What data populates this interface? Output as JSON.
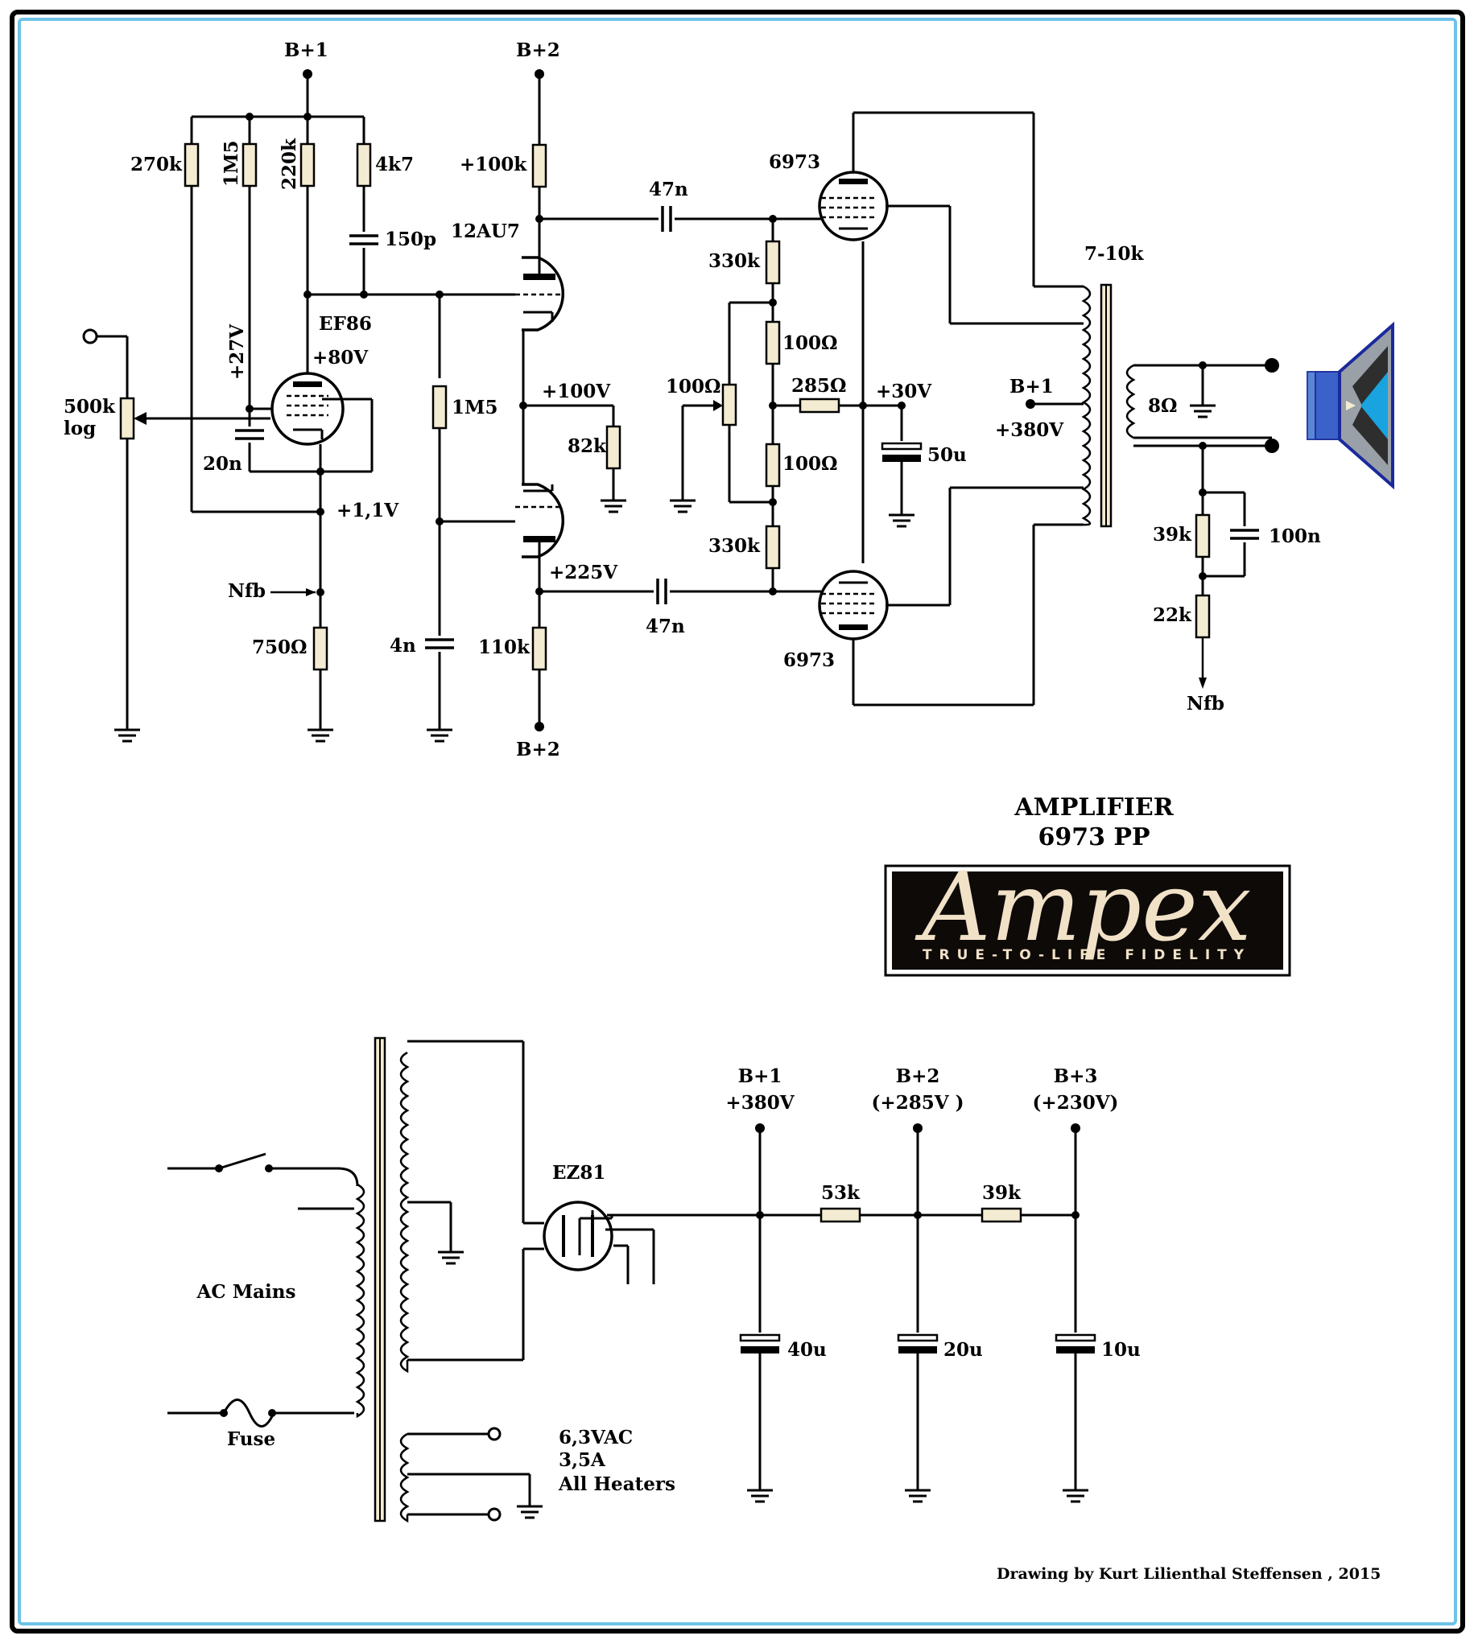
{
  "title": {
    "line1": "AMPLIFIER",
    "line2": "6973 PP"
  },
  "logo": {
    "wordmark": "Ampex",
    "tagline": "TRUE-TO-LIFE FIDELITY",
    "background": "#0d0a08",
    "ink": "#f1e1c7"
  },
  "credit": "Drawing by Kurt Lilienthal Steffensen , 2015",
  "frame_colors": {
    "outer": "#000000",
    "inner": "#6fc3e8",
    "resistor_fill": "#f3ecd2"
  },
  "amplifier": {
    "rails": {
      "b1_top": "B+1",
      "b2_top": "B+2",
      "b2_bottom": "B+2",
      "b1_ot": "B+1",
      "ot_voltage": "+380V"
    },
    "tubes": {
      "input": "EF86",
      "driver": "12AU7",
      "output_top": "6973",
      "output_bottom": "6973"
    },
    "pot": {
      "value": "500k",
      "taper": "log"
    },
    "resistors": {
      "r270k": "270k",
      "r1m5_a": "1M5",
      "r220k": "220k",
      "r4k7": "4k7",
      "r750": "750Ω",
      "r1m5_b": "1M5",
      "r100k": "+100k",
      "r82k": "82k",
      "r110k": "110k",
      "r330k_top": "330k",
      "r330k_bot": "330k",
      "r100_pot": "100Ω",
      "r100_top": "100Ω",
      "r100_bot": "100Ω",
      "r285": "285Ω",
      "r39k_nfb": "39k",
      "r22k_nfb": "22k"
    },
    "capacitors": {
      "c150p": "150p",
      "c20n": "20n",
      "c4n": "4n",
      "c47n_top": "47n",
      "c47n_bot": "47n",
      "c50u": "50u",
      "c100n": "100n"
    },
    "voltages": {
      "v27": "+27V",
      "v80": "+80V",
      "v1_1": "+1,1V",
      "v100": "+100V",
      "v225": "+225V",
      "v30": "+30V"
    },
    "nfb_in": "Nfb",
    "nfb_out": "Nfb",
    "output_transformer": "7-10k",
    "speaker_impedance": "8Ω"
  },
  "power_supply": {
    "mains": "AC Mains",
    "fuse": "Fuse",
    "rectifier": "EZ81",
    "heaters": {
      "voltage": "6,3VAC",
      "current": "3,5A",
      "label": "All Heaters"
    },
    "rails": [
      {
        "name": "B+1",
        "voltage": "+380V",
        "cap": "40u"
      },
      {
        "name": "B+2",
        "voltage": "(+285V )",
        "cap": "20u"
      },
      {
        "name": "B+3",
        "voltage": "(+230V)",
        "cap": "10u"
      }
    ],
    "resistors": {
      "r53k": "53k",
      "r39k": "39k"
    }
  }
}
